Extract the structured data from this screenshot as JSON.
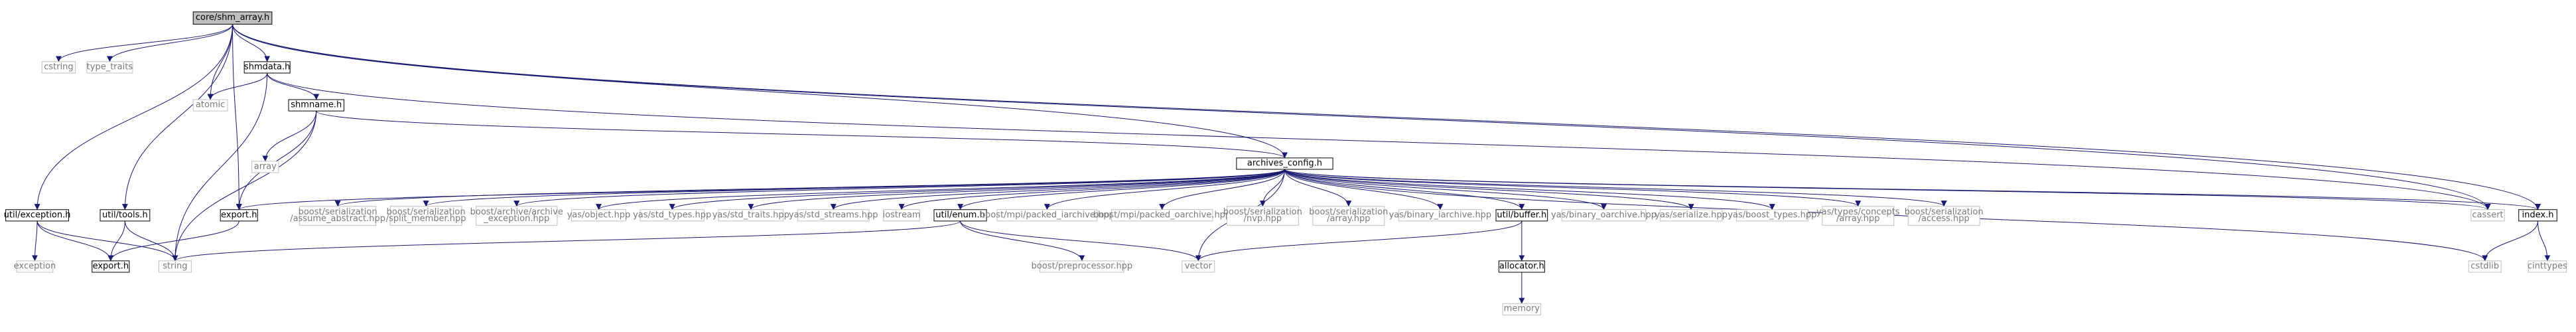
{
  "graph": {
    "colors": {
      "edge": "#191970",
      "node_fill": "#ffffff",
      "root_fill": "#bfbfbf",
      "border": "#000000",
      "external_border": "#bfbfbf",
      "external_text": "#7a7a7a",
      "text": "#000000"
    },
    "nodes": [
      {
        "id": "root",
        "lines": [
          "core/shm_array.h"
        ],
        "kind": "root"
      },
      {
        "id": "cstring",
        "lines": [
          "cstring"
        ],
        "kind": "external"
      },
      {
        "id": "type_traits",
        "lines": [
          "type_traits"
        ],
        "kind": "external"
      },
      {
        "id": "shmdata",
        "lines": [
          "shmdata.h"
        ],
        "kind": "internal"
      },
      {
        "id": "atomic",
        "lines": [
          "atomic"
        ],
        "kind": "external"
      },
      {
        "id": "shmname",
        "lines": [
          "shmname.h"
        ],
        "kind": "internal"
      },
      {
        "id": "array",
        "lines": [
          "array"
        ],
        "kind": "external"
      },
      {
        "id": "util_exception",
        "lines": [
          "util/exception.h"
        ],
        "kind": "internal"
      },
      {
        "id": "util_tools",
        "lines": [
          "util/tools.h"
        ],
        "kind": "internal"
      },
      {
        "id": "export_mid",
        "lines": [
          "export.h"
        ],
        "kind": "internal"
      },
      {
        "id": "exception",
        "lines": [
          "exception"
        ],
        "kind": "external"
      },
      {
        "id": "export_low",
        "lines": [
          "export.h"
        ],
        "kind": "internal"
      },
      {
        "id": "string",
        "lines": [
          "string"
        ],
        "kind": "external"
      },
      {
        "id": "archives_config",
        "lines": [
          "archives_config.h"
        ],
        "kind": "internal"
      },
      {
        "id": "assume_abstract",
        "lines": [
          "boost/serialization",
          "/assume_abstract.hpp"
        ],
        "kind": "external"
      },
      {
        "id": "split_member",
        "lines": [
          "boost/serialization",
          "/split_member.hpp"
        ],
        "kind": "external"
      },
      {
        "id": "archive_exception",
        "lines": [
          "boost/archive/archive",
          "_exception.hpp"
        ],
        "kind": "external"
      },
      {
        "id": "yas_object",
        "lines": [
          "yas/object.hpp"
        ],
        "kind": "external"
      },
      {
        "id": "yas_std_types",
        "lines": [
          "yas/std_types.hpp"
        ],
        "kind": "external"
      },
      {
        "id": "yas_std_traits",
        "lines": [
          "yas/std_traits.hpp"
        ],
        "kind": "external"
      },
      {
        "id": "yas_std_streams",
        "lines": [
          "yas/std_streams.hpp"
        ],
        "kind": "external"
      },
      {
        "id": "iostream",
        "lines": [
          "iostream"
        ],
        "kind": "external"
      },
      {
        "id": "util_enum",
        "lines": [
          "util/enum.h"
        ],
        "kind": "internal"
      },
      {
        "id": "packed_iarchive",
        "lines": [
          "boost/mpi/packed_iarchive.hpp"
        ],
        "kind": "external"
      },
      {
        "id": "packed_oarchive",
        "lines": [
          "boost/mpi/packed_oarchive.hpp"
        ],
        "kind": "external"
      },
      {
        "id": "nvp",
        "lines": [
          "boost/serialization",
          "/nvp.hpp"
        ],
        "kind": "external"
      },
      {
        "id": "ser_array",
        "lines": [
          "boost/serialization",
          "/array.hpp"
        ],
        "kind": "external"
      },
      {
        "id": "yas_binary_iarchive",
        "lines": [
          "yas/binary_iarchive.hpp"
        ],
        "kind": "external"
      },
      {
        "id": "util_buffer",
        "lines": [
          "util/buffer.h"
        ],
        "kind": "internal"
      },
      {
        "id": "yas_binary_oarchive",
        "lines": [
          "yas/binary_oarchive.hpp"
        ],
        "kind": "external"
      },
      {
        "id": "yas_serialize",
        "lines": [
          "yas/serialize.hpp"
        ],
        "kind": "external"
      },
      {
        "id": "yas_boost_types",
        "lines": [
          "yas/boost_types.hpp"
        ],
        "kind": "external"
      },
      {
        "id": "yas_concepts_array",
        "lines": [
          "yas/types/concepts",
          "/array.hpp"
        ],
        "kind": "external"
      },
      {
        "id": "ser_access",
        "lines": [
          "boost/serialization",
          "/access.hpp"
        ],
        "kind": "external"
      },
      {
        "id": "cassert",
        "lines": [
          "cassert"
        ],
        "kind": "external"
      },
      {
        "id": "index_h",
        "lines": [
          "index.h"
        ],
        "kind": "internal"
      },
      {
        "id": "boost_preprocessor",
        "lines": [
          "boost/preprocessor.hpp"
        ],
        "kind": "external"
      },
      {
        "id": "vector",
        "lines": [
          "vector"
        ],
        "kind": "external"
      },
      {
        "id": "allocator",
        "lines": [
          "allocator.h"
        ],
        "kind": "internal"
      },
      {
        "id": "memory",
        "lines": [
          "memory"
        ],
        "kind": "external"
      },
      {
        "id": "cstdlib",
        "lines": [
          "cstdlib"
        ],
        "kind": "external"
      },
      {
        "id": "cinttypes",
        "lines": [
          "cinttypes"
        ],
        "kind": "external"
      }
    ],
    "edges": [
      [
        "root",
        "cstring"
      ],
      [
        "root",
        "type_traits"
      ],
      [
        "root",
        "shmdata"
      ],
      [
        "root",
        "atomic"
      ],
      [
        "root",
        "util_exception"
      ],
      [
        "root",
        "util_tools"
      ],
      [
        "root",
        "export_mid"
      ],
      [
        "root",
        "archives_config"
      ],
      [
        "root",
        "cassert"
      ],
      [
        "root",
        "index_h"
      ],
      [
        "shmdata",
        "atomic"
      ],
      [
        "shmdata",
        "shmname"
      ],
      [
        "shmdata",
        "string"
      ],
      [
        "shmdata",
        "cassert"
      ],
      [
        "shmname",
        "array"
      ],
      [
        "shmname",
        "export_mid"
      ],
      [
        "shmname",
        "string"
      ],
      [
        "shmname",
        "archives_config"
      ],
      [
        "util_exception",
        "exception"
      ],
      [
        "util_exception",
        "export_low"
      ],
      [
        "util_exception",
        "string"
      ],
      [
        "util_tools",
        "export_low"
      ],
      [
        "util_tools",
        "string"
      ],
      [
        "export_mid",
        "export_low"
      ],
      [
        "archives_config",
        "export_mid"
      ],
      [
        "archives_config",
        "assume_abstract"
      ],
      [
        "archives_config",
        "split_member"
      ],
      [
        "archives_config",
        "archive_exception"
      ],
      [
        "archives_config",
        "yas_object"
      ],
      [
        "archives_config",
        "yas_std_types"
      ],
      [
        "archives_config",
        "yas_std_traits"
      ],
      [
        "archives_config",
        "yas_std_streams"
      ],
      [
        "archives_config",
        "iostream"
      ],
      [
        "archives_config",
        "util_enum"
      ],
      [
        "archives_config",
        "vector"
      ],
      [
        "archives_config",
        "packed_iarchive"
      ],
      [
        "archives_config",
        "packed_oarchive"
      ],
      [
        "archives_config",
        "nvp"
      ],
      [
        "archives_config",
        "ser_array"
      ],
      [
        "archives_config",
        "yas_binary_iarchive"
      ],
      [
        "archives_config",
        "util_buffer"
      ],
      [
        "archives_config",
        "yas_binary_oarchive"
      ],
      [
        "archives_config",
        "yas_serialize"
      ],
      [
        "archives_config",
        "yas_boost_types"
      ],
      [
        "archives_config",
        "yas_concepts_array"
      ],
      [
        "archives_config",
        "ser_access"
      ],
      [
        "archives_config",
        "cassert"
      ],
      [
        "archives_config",
        "index_h"
      ],
      [
        "archives_config",
        "cstdlib"
      ],
      [
        "util_enum",
        "string"
      ],
      [
        "util_enum",
        "boost_preprocessor"
      ],
      [
        "util_enum",
        "vector"
      ],
      [
        "util_buffer",
        "vector"
      ],
      [
        "util_buffer",
        "allocator"
      ],
      [
        "allocator",
        "memory"
      ],
      [
        "index_h",
        "cstdlib"
      ],
      [
        "index_h",
        "cinttypes"
      ]
    ]
  }
}
